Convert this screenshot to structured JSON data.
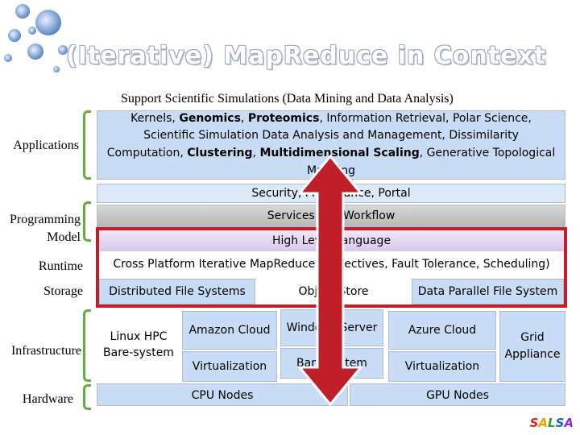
{
  "title": "(Iterative) MapReduce in Context",
  "subtitle": "Support  Scientific Simulations  (Data Mining and Data Analysis)",
  "side_labels": {
    "applications": "Applications",
    "programming_model": "Programming Model",
    "runtime": "Runtime",
    "storage": "Storage",
    "infrastructure": "Infrastructure",
    "hardware": "Hardware"
  },
  "applications_box": {
    "l1a": "Kernels, ",
    "l1b": "Genomics",
    "l1c": ", ",
    "l1d": "Proteomics",
    "l1e": ", Information Retrieval, Polar Science,",
    "l2": "Scientific Simulation Data Analysis and Management, Dissimilarity",
    "l3a": "Computation, ",
    "l3b": "Clustering",
    "l3c": ", ",
    "l3d": "Multidimensional Scaling",
    "l3e": ", Generative Topological",
    "l4": "Mapping"
  },
  "security_label": "Security, Provenance, Portal",
  "services_label": "Services and Workflow",
  "high_level_label": "High Level Language",
  "runtime_label": "Cross Platform Iterative MapReduce (Collectives, Fault Tolerance, Scheduling)",
  "storage": {
    "dfs": "Distributed File Systems",
    "object": "Object Store",
    "dpfs": "Data Parallel File System"
  },
  "infrastructure": {
    "linux": "Linux HPC Bare-system",
    "amazon": "Amazon Cloud",
    "windows": "Windows Server",
    "azure": "Azure Cloud",
    "grid": "Grid Appliance",
    "virt1": "Virtualization",
    "bare": "Bare-system",
    "virt2": "Virtualization"
  },
  "hardware": {
    "cpu": "CPU Nodes",
    "gpu": "GPU Nodes"
  },
  "logo_text": "SALSA",
  "colors": {
    "brace_green": "#5fae3e",
    "arrow_red": "#c01f2a",
    "box_light_blue": "#c9dcf5",
    "title_outline": "#9aa6bc"
  },
  "icons": [
    "double-arrow-icon"
  ]
}
